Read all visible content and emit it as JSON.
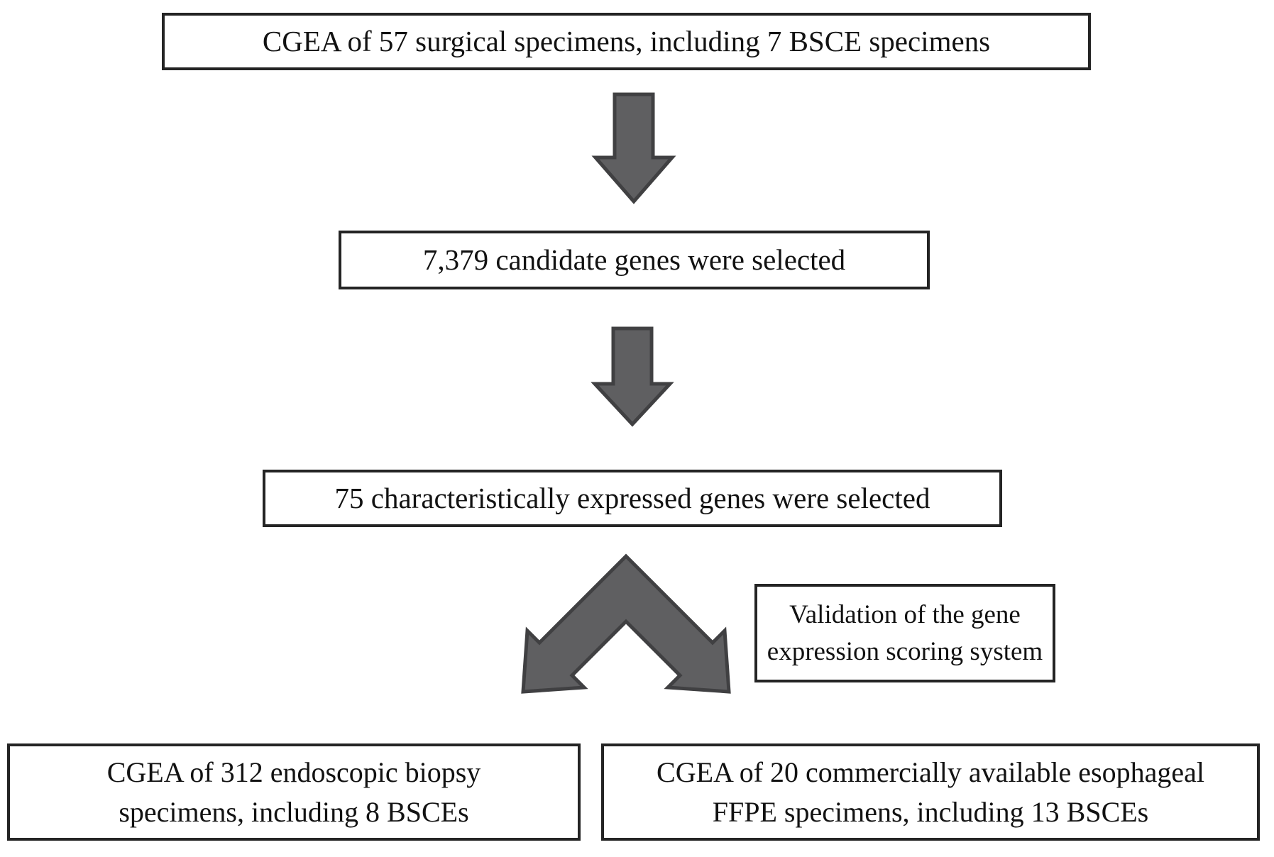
{
  "figure_type": "flowchart",
  "nodes": {
    "surgical": {
      "text": "CGEA of 57 surgical specimens, including 7 BSCE specimens"
    },
    "candidate": {
      "text": "7,379 candidate genes were selected"
    },
    "expressed": {
      "text": "75 characteristically expressed genes were selected"
    },
    "validation": {
      "lines": [
        "Validation of the gene",
        "expression scoring system"
      ]
    },
    "biopsy": {
      "lines": [
        "CGEA of 312 endoscopic biopsy",
        "specimens, including 8 BSCEs"
      ]
    },
    "ffpe": {
      "lines": [
        "CGEA of 20 commercially available esophageal",
        "FFPE specimens, including 13 BSCEs"
      ]
    }
  },
  "icons": {
    "down_arrow_1": "down-block-arrow",
    "down_arrow_2": "down-block-arrow",
    "split_arrow": "bifurcating-block-arrow"
  },
  "colors": {
    "arrow_fill": "#5f5f61",
    "arrow_stroke": "#404042",
    "box_border": "#242424",
    "text": "#121212",
    "background": "#ffffff"
  }
}
